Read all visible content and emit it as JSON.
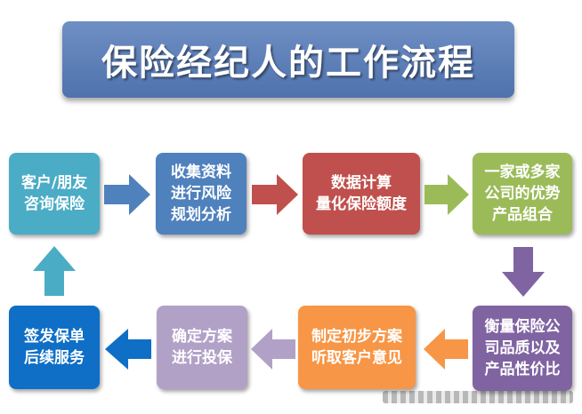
{
  "title": "保险经纪人的工作流程",
  "steps": [
    {
      "id": "consult",
      "line1": "客户/朋友",
      "line2": "咨询保险",
      "line3": "",
      "color": "#4bacc6"
    },
    {
      "id": "collect",
      "line1": "收集资料",
      "line2": "进行风险",
      "line3": "规划分析",
      "color": "#4f81bd"
    },
    {
      "id": "calc",
      "line1": "数据计算",
      "line2": "量化保险额度",
      "line3": "",
      "color": "#c0504d"
    },
    {
      "id": "combine",
      "line1": "一家或多家",
      "line2": "公司的优势",
      "line3": "产品组合",
      "color": "#9bbb59"
    },
    {
      "id": "compare",
      "line1": "衡量保险公",
      "line2": "司品质以及",
      "line3": "产品性价比",
      "color": "#8064a2"
    },
    {
      "id": "plan",
      "line1": "制定初步方案",
      "line2": "听取客户意见",
      "line3": "",
      "color": "#f79646"
    },
    {
      "id": "confirm",
      "line1": "确定方案",
      "line2": "进行投保",
      "line3": "",
      "color": "#b2a1c7"
    },
    {
      "id": "issue",
      "line1": "签发保单",
      "line2": "后续服务",
      "line3": "",
      "color": "#0f6fc6"
    }
  ],
  "arrows": [
    {
      "from": "consult",
      "to": "collect",
      "direction": "right",
      "color": "#4f81bd"
    },
    {
      "from": "collect",
      "to": "calc",
      "direction": "right",
      "color": "#c0504d"
    },
    {
      "from": "calc",
      "to": "combine",
      "direction": "right",
      "color": "#9bbb59"
    },
    {
      "from": "combine",
      "to": "compare",
      "direction": "down",
      "color": "#8064a2"
    },
    {
      "from": "compare",
      "to": "plan",
      "direction": "left",
      "color": "#f79646"
    },
    {
      "from": "plan",
      "to": "confirm",
      "direction": "left",
      "color": "#b2a1c7"
    },
    {
      "from": "confirm",
      "to": "issue",
      "direction": "left",
      "color": "#0f6fc6"
    },
    {
      "from": "issue",
      "to": "consult",
      "direction": "up",
      "color": "#4bacc6"
    }
  ]
}
